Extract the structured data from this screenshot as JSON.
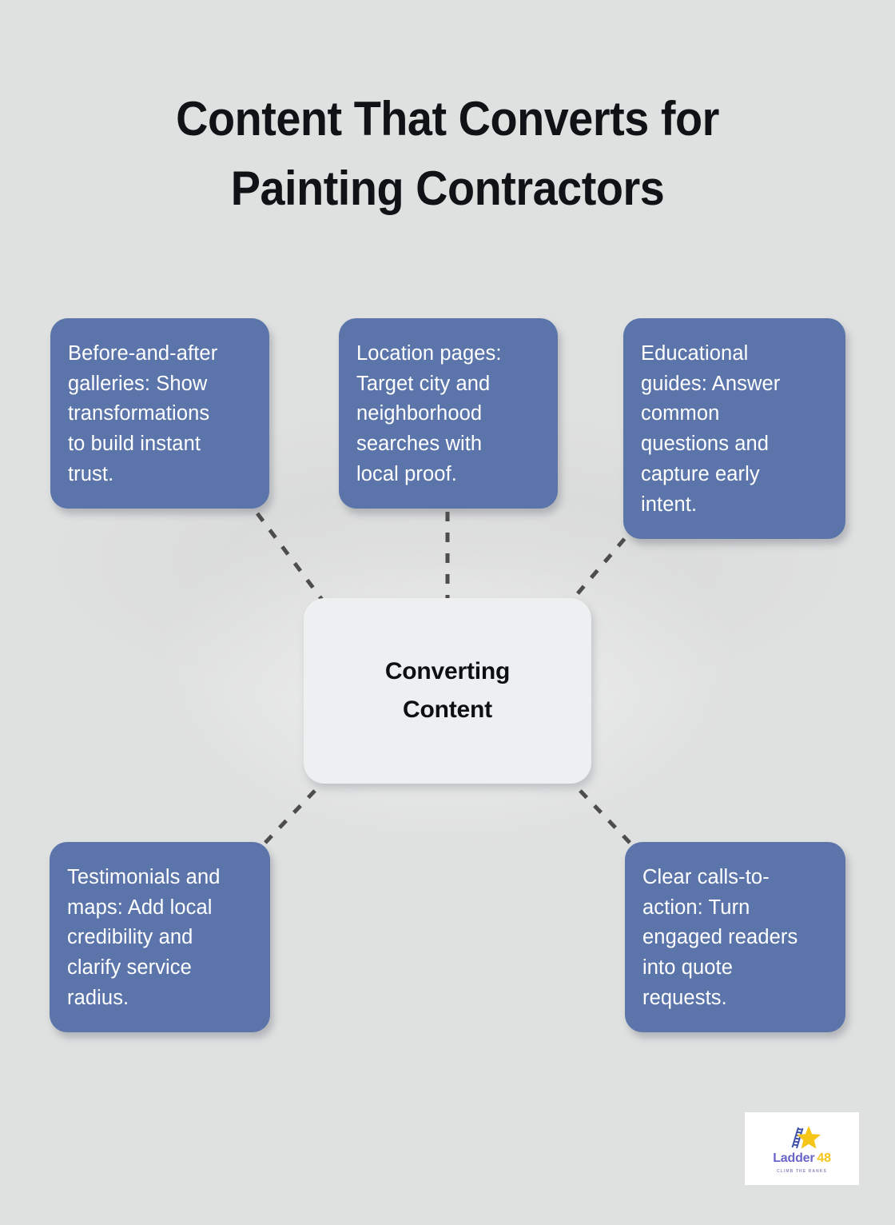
{
  "page": {
    "title": "Content That Converts for Painting Contractors",
    "background_color": "#dfe0e0"
  },
  "colors": {
    "node_blue": "#5b75aa",
    "hub_gray": "#edeff1",
    "connector_gray": "#4d4d4d",
    "title_text": "#111215",
    "node_text": "#ffffff"
  },
  "hub": {
    "label": "Converting\nContent"
  },
  "nodes": [
    {
      "id": "before-and-after-galleries",
      "text": "Before-and-after\ngalleries: Show\ntransformations\nto build instant\ntrust.",
      "position": "top-left"
    },
    {
      "id": "location-pages",
      "text": "Location pages:\nTarget city and\nneighborhood\nsearches with\nlocal proof.",
      "position": "top-center"
    },
    {
      "id": "educational-guides",
      "text": "Educational\nguides: Answer\ncommon\nquestions and\ncapture early\nintent.",
      "position": "top-right"
    },
    {
      "id": "testimonials-and-maps",
      "text": "Testimonials and\nmaps: Add local\ncredibility and\nclarify service\nradius.",
      "position": "bottom-left"
    },
    {
      "id": "clear-calls-to-action",
      "text": "Clear calls-to-\naction: Turn\nengaged readers\ninto quote\nrequests.",
      "position": "bottom-right"
    }
  ],
  "connectors": [
    {
      "from": "hub",
      "to": "before-and-after-galleries",
      "style": "dashed"
    },
    {
      "from": "hub",
      "to": "location-pages",
      "style": "dashed"
    },
    {
      "from": "hub",
      "to": "educational-guides",
      "style": "dashed"
    },
    {
      "from": "hub",
      "to": "testimonials-and-maps",
      "style": "dashed"
    },
    {
      "from": "hub",
      "to": "clear-calls-to-action",
      "style": "dashed"
    }
  ],
  "logo": {
    "name_main": "Ladder",
    "name_accent": "48",
    "tagline": "CLIMB THE RANKS",
    "mark_colors": {
      "ladder": "#3c4fa8",
      "star": "#f5c518"
    }
  }
}
